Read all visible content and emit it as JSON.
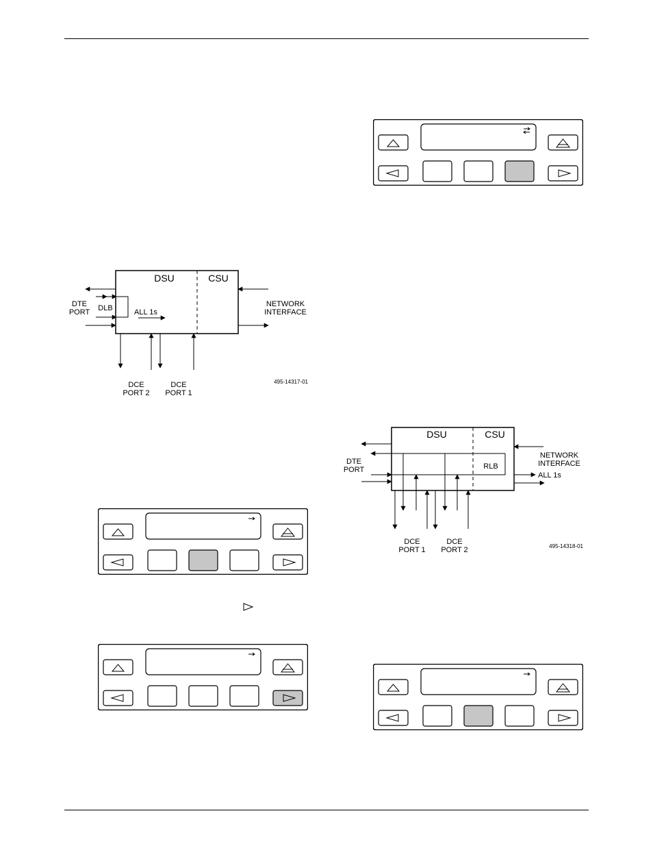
{
  "diagram_dlb": {
    "dsu_label": "DSU",
    "csu_label": "CSU",
    "dte_port_line1": "DTE",
    "dte_port_line2": "PORT",
    "dlb_label": "DLB",
    "all1s_label": "ALL 1s",
    "network_line1": "NETWORK",
    "network_line2": "INTERFACE",
    "dce2_line1": "DCE",
    "dce2_line2": "PORT 2",
    "dce1_line1": "DCE",
    "dce1_line2": "PORT 1",
    "figure_number": "495-14317-01"
  },
  "diagram_rlb": {
    "dsu_label": "DSU",
    "csu_label": "CSU",
    "dte_port_line1": "DTE",
    "dte_port_line2": "PORT",
    "rlb_label": "RLB",
    "all1s_label": "ALL 1s",
    "network_line1": "NETWORK",
    "network_line2": "INTERFACE",
    "dce1_line1": "DCE",
    "dce1_line2": "PORT 1",
    "dce2_line1": "DCE",
    "dce2_line2": "PORT 2",
    "figure_number": "495-14318-01"
  },
  "panels": [
    {
      "id": "panel-top-right",
      "highlighted_function_key": 3,
      "right_arrow_highlighted": false,
      "display_indicator": "bidirectional-arrow-icon"
    },
    {
      "id": "panel-middle-left",
      "highlighted_function_key": 2,
      "right_arrow_highlighted": false,
      "display_indicator": "right-arrow-icon"
    },
    {
      "id": "panel-bottom-left",
      "highlighted_function_key": 0,
      "right_arrow_highlighted": true,
      "display_indicator": "right-arrow-icon"
    },
    {
      "id": "panel-bottom-right",
      "highlighted_function_key": 2,
      "right_arrow_highlighted": false,
      "display_indicator": "right-arrow-icon"
    }
  ],
  "colors": {
    "key_highlight": "#c6c6c6",
    "line": "#000000"
  }
}
